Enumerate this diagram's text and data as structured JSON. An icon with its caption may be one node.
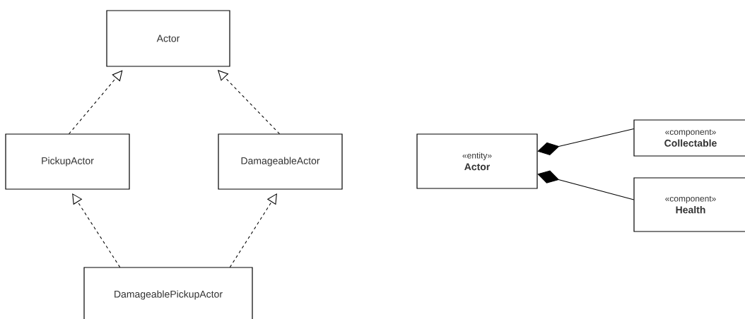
{
  "diagram": {
    "nodes": [
      {
        "text": [
          "Actor"
        ]
      },
      {
        "text": [
          "PickupActor"
        ]
      },
      {
        "text": [
          "DamageableActor"
        ]
      },
      {
        "text": [
          "DamageablePickupActor"
        ]
      },
      {
        "text": [
          "«entity»",
          "Actor"
        ]
      },
      {
        "text": [
          "«component»",
          "Collectable"
        ]
      },
      {
        "text": [
          "«component»",
          "Health"
        ]
      }
    ],
    "edges": [
      {
        "from": 1,
        "to": 0,
        "arrow": "to",
        "style": "dashed"
      },
      {
        "from": 2,
        "to": 0,
        "arrow": "to",
        "style": "dashed"
      },
      {
        "from": 3,
        "to": 1,
        "arrow": "to",
        "style": "dashed"
      },
      {
        "from": 3,
        "to": 2,
        "arrow": "to",
        "style": "dashed"
      },
      {
        "from": 5,
        "to": 4,
        "arrow": "other"
      },
      {
        "from": 6,
        "to": 4,
        "arrow": "other"
      }
    ]
  }
}
